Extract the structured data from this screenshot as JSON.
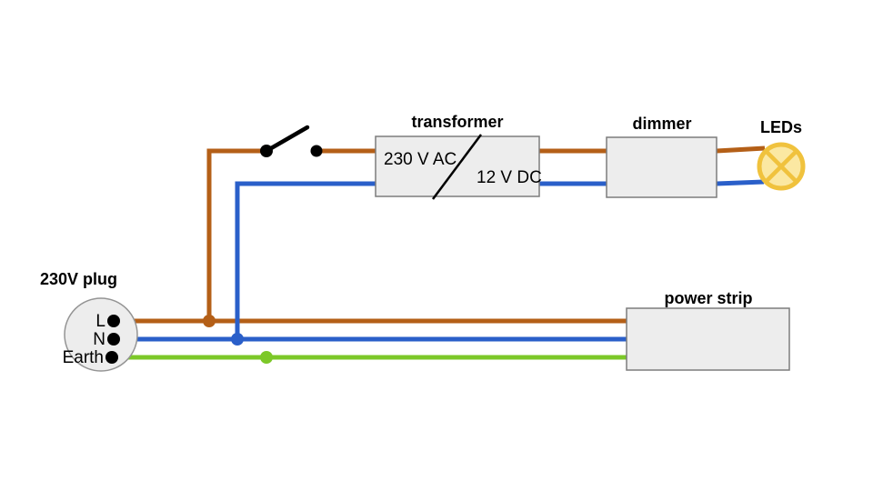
{
  "colors": {
    "live_wire": "#b45f17",
    "neutral_wire": "#2a5fc9",
    "earth_wire": "#7cc828",
    "led_fill": "#fbe8a2",
    "led_stroke": "#f0c23d",
    "component_fill": "#ededed",
    "component_stroke": "#7d7d7d",
    "plug_stroke": "#949494",
    "switch_color": "#000000",
    "background": "#ffffff",
    "text": "#000000"
  },
  "labels": {
    "plug": "230V plug",
    "transformer": "transformer",
    "dimmer": "dimmer",
    "leds": "LEDs",
    "power_strip": "power strip"
  },
  "plug": {
    "terminals": [
      {
        "label": "L"
      },
      {
        "label": "N"
      },
      {
        "label": "Earth"
      }
    ]
  },
  "transformer": {
    "input_label": "230 V AC",
    "output_label": "12 V DC"
  }
}
